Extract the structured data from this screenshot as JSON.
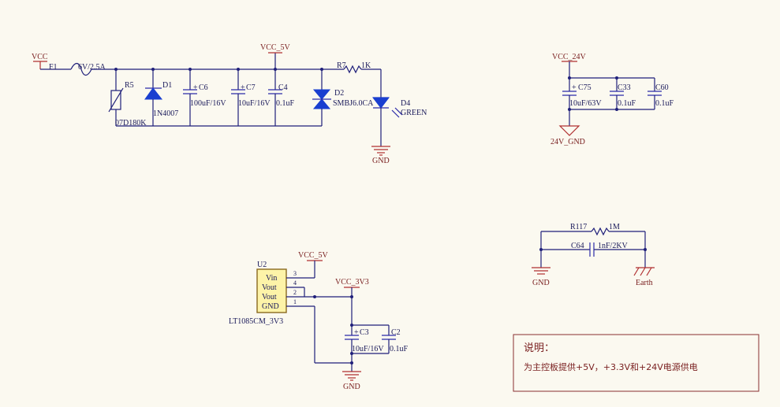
{
  "labels": {
    "vcc": "VCC",
    "f1": "F1",
    "f1_val": "6V/2.5A",
    "r5": "R5",
    "r5_val": "07D180K",
    "d1": "D1",
    "d1_val": "1N4007",
    "c6": "C6",
    "c6_val": "100uF/16V",
    "c7": "C7",
    "c7_val": "10uF/16V",
    "c4": "C4",
    "c4_val": "0.1uF",
    "vcc5_top": "VCC_5V",
    "r7": "R7",
    "r7_val": "1K",
    "d2": "D2",
    "d2_val": "SMBJ6.0CA",
    "d4": "D4",
    "d4_val": "GREEN",
    "gnd1": "GND",
    "vcc24": "VCC_24V",
    "c75": "C75",
    "c75_val": "10uF/63V",
    "c33": "C33",
    "c33_val": "0.1uF",
    "c60": "C60",
    "c60_val": "0.1uF",
    "gnd24": "24V_GND",
    "r117": "R117",
    "r117_val": "1M",
    "c64": "C64",
    "c64_val": "1nF/2KV",
    "gnd2": "GND",
    "earth": "Earth",
    "u2": "U2",
    "u2_part": "LT1085CM_3V3",
    "pin_vin": "Vin",
    "pin_vout1": "Vout",
    "pin_vout2": "Vout",
    "pin_gnd": "GND",
    "pin3": "3",
    "pin4": "4",
    "pin2": "2",
    "pin1": "1",
    "vcc5_reg": "VCC_5V",
    "vcc33": "VCC_3V3",
    "c3": "C3",
    "c3_val": "10uF/16V",
    "c2": "C2",
    "c2_val": "0.1uF",
    "gnd3": "GND",
    "plus": "+"
  },
  "note": {
    "title": "说明：",
    "text": "为主控板提供+5V，+3.3V和+24V电源供电"
  }
}
